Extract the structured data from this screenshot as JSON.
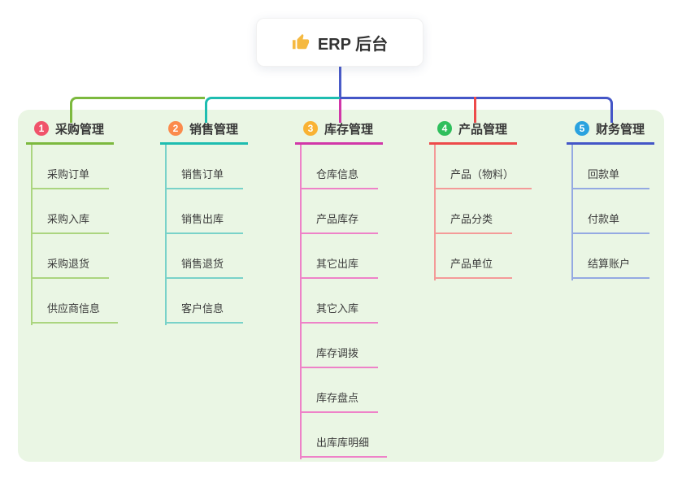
{
  "root": {
    "title": "ERP 后台",
    "icon": "thumbs-up-icon"
  },
  "branches": [
    {
      "num": "1",
      "label": "采购管理",
      "color": "#7cb93e",
      "light_color": "#abd57f",
      "badge_color": "#f0536a",
      "children": [
        "采购订单",
        "采购入库",
        "采购退货",
        "供应商信息"
      ]
    },
    {
      "num": "2",
      "label": "销售管理",
      "color": "#1ebdb0",
      "light_color": "#79d2c9",
      "badge_color": "#fb8b4c",
      "children": [
        "销售订单",
        "销售出库",
        "销售退货",
        "客户信息"
      ]
    },
    {
      "num": "3",
      "label": "库存管理",
      "color": "#d137a8",
      "light_color": "#ee82c8",
      "badge_color": "#f9b233",
      "children": [
        "仓库信息",
        "产品库存",
        "其它出库",
        "其它入库",
        "库存调拨",
        "库存盘点",
        "出库库明细"
      ]
    },
    {
      "num": "4",
      "label": "产品管理",
      "color": "#ed4a4a",
      "light_color": "#f49a98",
      "badge_color": "#2fbf5c",
      "children": [
        "产品（物料）",
        "产品分类",
        "产品单位"
      ]
    },
    {
      "num": "5",
      "label": "财务管理",
      "color": "#4456c7",
      "light_color": "#94a9e2",
      "badge_color": "#2aa2df",
      "children": [
        "回款单",
        "付款单",
        "结算账户"
      ]
    }
  ],
  "canvas": {
    "background": "#ffffff",
    "panel_background": "#eaf6e4",
    "root_connector_color": "#4a5bc8"
  }
}
